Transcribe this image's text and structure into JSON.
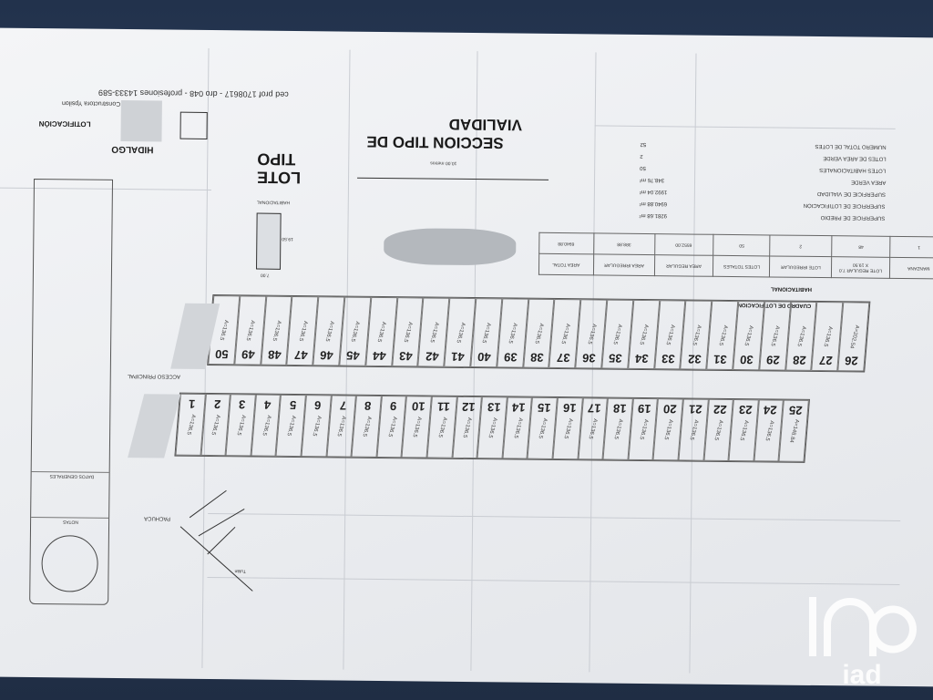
{
  "title_block": {
    "state": "HIDALGO",
    "sheet_title": "LOTIFICACIÓN",
    "brand": "Constructora Ypsilon",
    "contact": "ced prof 1708617 - dro 048 - profesiones 14333-589"
  },
  "lote_tipo": {
    "title_line1": "LOTE",
    "title_line2": "TIPO",
    "label": "HABITACIONAL",
    "dim_w": "7.00",
    "dim_h": "19.50"
  },
  "seccion": {
    "title_line1": "SECCION TIPO DE",
    "title_line2": "VIALIDAD",
    "dim": "10.00 metros"
  },
  "summary": [
    {
      "label": "NUMERO TOTAL DE LOTES",
      "value": "52"
    },
    {
      "label": "LOTES DE AREA VERDE",
      "value": "2"
    },
    {
      "label": "LOTES HABITACIONALES",
      "value": "50"
    },
    {
      "label": "AREA VERDE",
      "value": "348.76 m²"
    },
    {
      "label": "SUPERFICIE DE VIALIDAD",
      "value": "1992.04 m²"
    },
    {
      "label": "SUPERFICIE DE LOTIFICACIÓN",
      "value": "6940.88 m²"
    },
    {
      "label": "SUPERFICIE DE PREDIO",
      "value": "9281.68 m²"
    }
  ],
  "cuadro": {
    "title_line1": "CUADRO DE LOTIFICACION",
    "title_line2": "HABITACIONAL",
    "headers": [
      "MANZANA",
      "LOTE REGULAR 7.0 X 19.50",
      "LOTE IRREGULAR",
      "LOTES TOTALES",
      "AREA REGULAR",
      "AREA IRREGULAR",
      "AREA TOTAL"
    ],
    "values": [
      "1",
      "48",
      "2",
      "50",
      "6552.00",
      "388.88",
      "6940.88"
    ]
  },
  "labels": {
    "access": "ACCESO PRINCIPAL",
    "city": "PACHUCA",
    "road": "Tulán",
    "notes": "NOTAS",
    "data": "DATOS GENERALES"
  },
  "lots_bottom": {
    "numbers": [
      "1",
      "2",
      "3",
      "4",
      "5",
      "6",
      "7",
      "8",
      "9",
      "10",
      "11",
      "12",
      "13",
      "14",
      "15",
      "16",
      "17",
      "18",
      "19",
      "20",
      "21",
      "22",
      "23",
      "24",
      "25"
    ],
    "areas": [
      "A=136.5",
      "A=136.5",
      "A=136.5",
      "A=136.5",
      "A=136.5",
      "A=136.5",
      "A=136.5",
      "A=136.5",
      "A=136.5",
      "A=136.5",
      "A=136.5",
      "A=136.5",
      "A=136.5",
      "A=136.5",
      "A=136.5",
      "A=136.5",
      "A=136.5",
      "A=136.5",
      "A=136.5",
      "A=136.5",
      "A=136.5",
      "A=136.5",
      "A=136.5",
      "A=136.5",
      "A=148.84"
    ]
  },
  "lots_top": {
    "numbers": [
      "50",
      "49",
      "48",
      "47",
      "46",
      "45",
      "44",
      "43",
      "42",
      "41",
      "40",
      "39",
      "38",
      "37",
      "36",
      "35",
      "34",
      "33",
      "32",
      "31",
      "30",
      "29",
      "28",
      "27",
      "26"
    ],
    "areas": [
      "A=136.5",
      "A=136.5",
      "A=136.5",
      "A=136.5",
      "A=136.5",
      "A=136.5",
      "A=136.5",
      "A=136.5",
      "A=136.5",
      "A=136.5",
      "A=136.5",
      "A=136.5",
      "A=136.5",
      "A=136.5",
      "A=136.5",
      "A=136.5",
      "A=136.5",
      "A=136.5",
      "A=136.5",
      "A=136.5",
      "A=136.5",
      "A=136.5",
      "A=136.5",
      "A=136.5",
      "A=202.54"
    ]
  },
  "watermark": {
    "text": "iad",
    "color": "#ffffff"
  },
  "colors": {
    "background": "#2a3a55",
    "paper": "#eef0f3",
    "ink": "#222222"
  }
}
